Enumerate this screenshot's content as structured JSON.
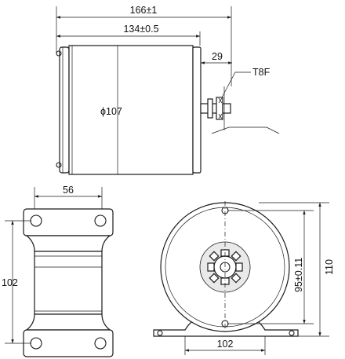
{
  "dimensions": {
    "overall_length": "166±1",
    "body_length": "134±0.5",
    "shaft_length": "29",
    "sprocket": "T8F",
    "diameter": "ϕ107",
    "mount_spacing_top": "56",
    "mount_length": "102",
    "base_width": "102",
    "center_height": "95±0.11",
    "total_height": "110"
  }
}
